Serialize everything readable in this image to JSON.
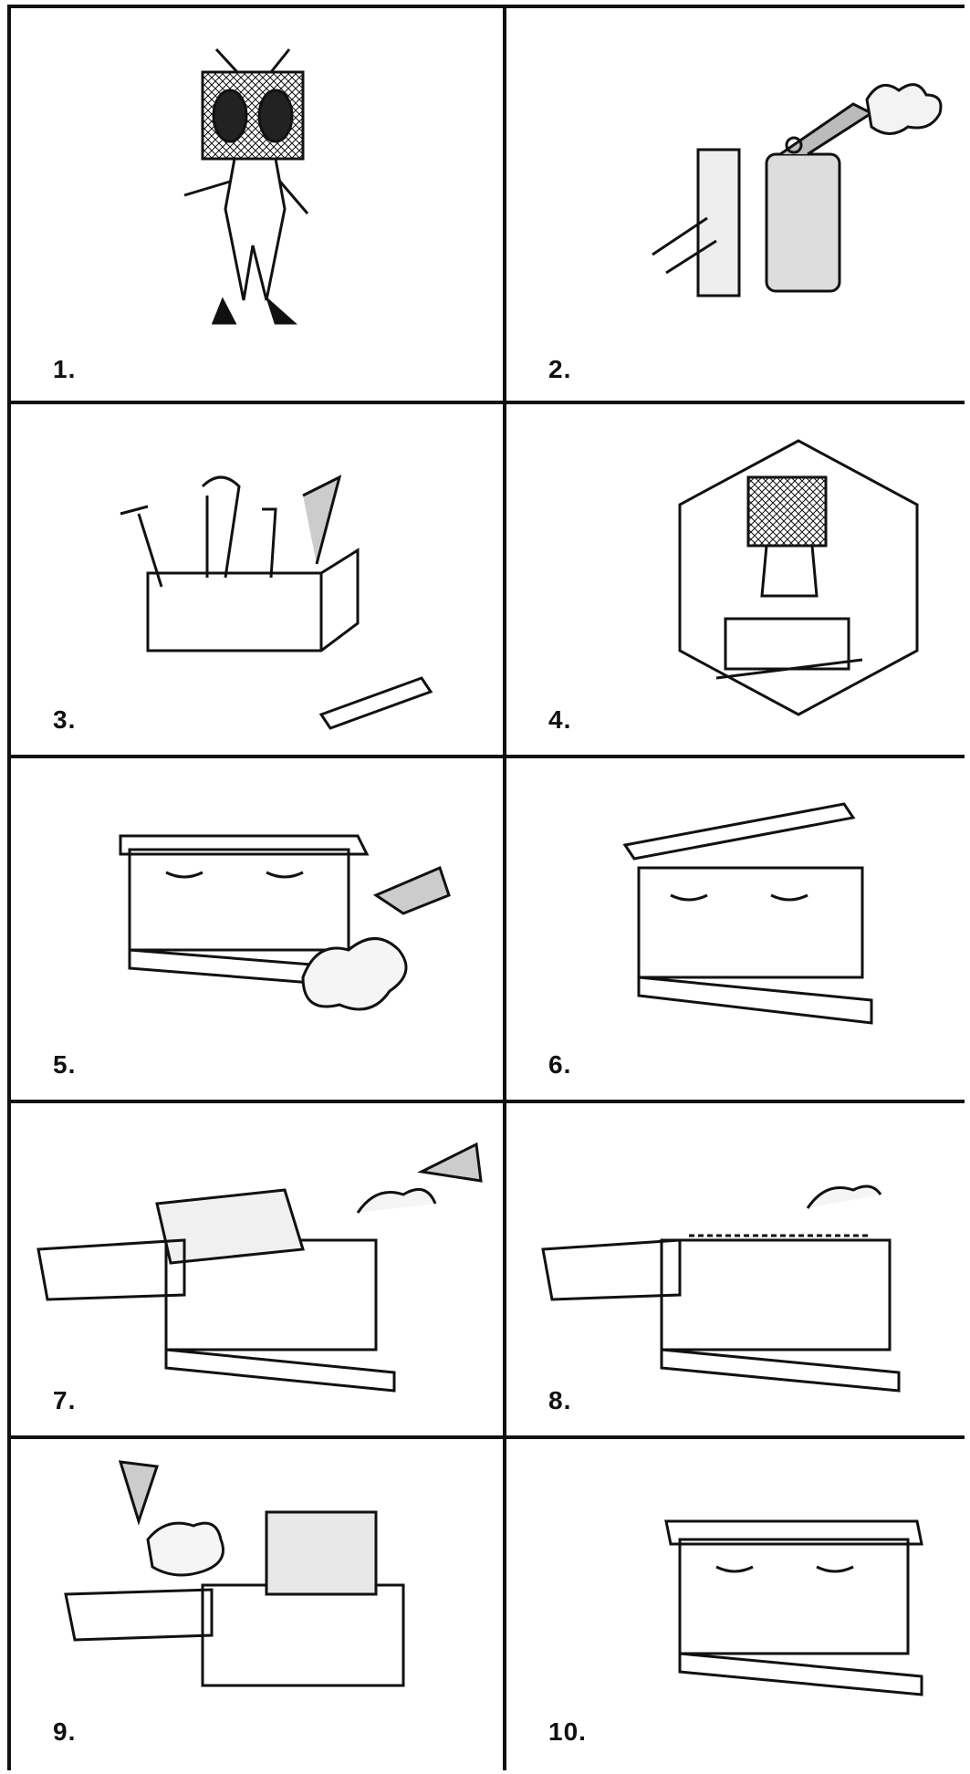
{
  "figure": {
    "ink_color": "#111111",
    "paper_color": "#ffffff",
    "panels": [
      {
        "number": "1.",
        "depicts": "beekeeper-in-veil-and-suit"
      },
      {
        "number": "2.",
        "depicts": "lighting-smoker"
      },
      {
        "number": "3.",
        "depicts": "tool-box-with-hive-tools"
      },
      {
        "number": "4.",
        "depicts": "beekeeper-approaching-hive"
      },
      {
        "number": "5.",
        "depicts": "smoking-hive-entrance"
      },
      {
        "number": "6.",
        "depicts": "removing-outer-cover"
      },
      {
        "number": "7.",
        "depicts": "lifting-inner-cover-with-smoke"
      },
      {
        "number": "8.",
        "depicts": "smoking-frames"
      },
      {
        "number": "9.",
        "depicts": "inspecting-frame"
      },
      {
        "number": "10.",
        "depicts": "closed-hive"
      }
    ]
  }
}
